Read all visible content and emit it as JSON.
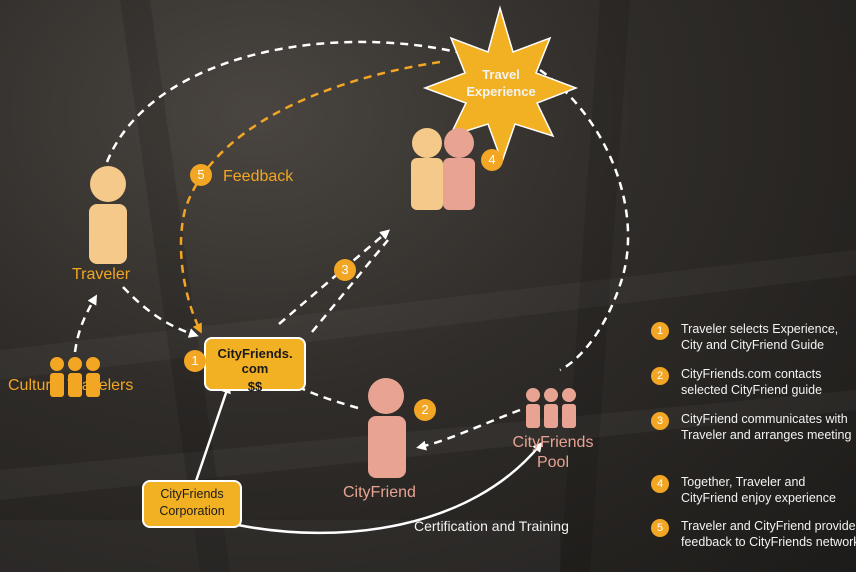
{
  "labels": {
    "traveler": "Traveler",
    "cultural_travelers": "Cultural Travelers",
    "cityfriend": "CityFriend",
    "cityfriends_pool": "CityFriends\nPool",
    "feedback": "Feedback",
    "certification": "Certification and Training",
    "travel_experience": "Travel\nExperience"
  },
  "center_box": {
    "name": "CityFriends. com",
    "price": "$$"
  },
  "corporation_box": {
    "label": "CityFriends\nCorporation"
  },
  "badges": {
    "b1": "1",
    "b2": "2",
    "b3": "3",
    "b4": "4",
    "b5": "5"
  },
  "legend": [
    {
      "num": "1",
      "text": "Traveler selects Experience, City and CityFriend Guide"
    },
    {
      "num": "2",
      "text": "CityFriends.com contacts selected CityFriend guide"
    },
    {
      "num": "3",
      "text": "CityFriend communicates with Traveler and arranges meeting"
    },
    {
      "num": "4",
      "text": "Together, Traveler and CityFriend enjoy experience"
    },
    {
      "num": "5",
      "text": "Traveler and CityFriend provide feedback to CityFriends network"
    }
  ],
  "colors": {
    "orange": "#f2a623",
    "traveler_figure": "#f5c98a",
    "cityfriend_figure": "#e8a392",
    "white": "#ffffff"
  }
}
